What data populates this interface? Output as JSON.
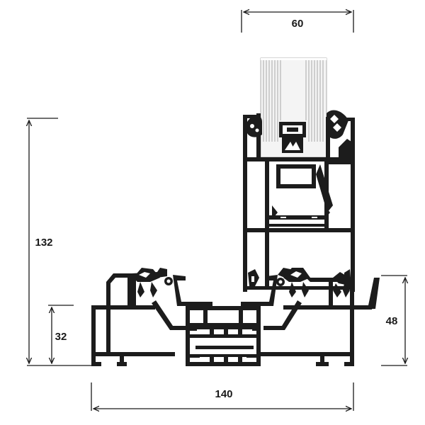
{
  "dimensions": {
    "glazing_depth": "60",
    "total_height": "132",
    "frame_height": "32",
    "side_height": "48",
    "total_depth": "140"
  }
}
